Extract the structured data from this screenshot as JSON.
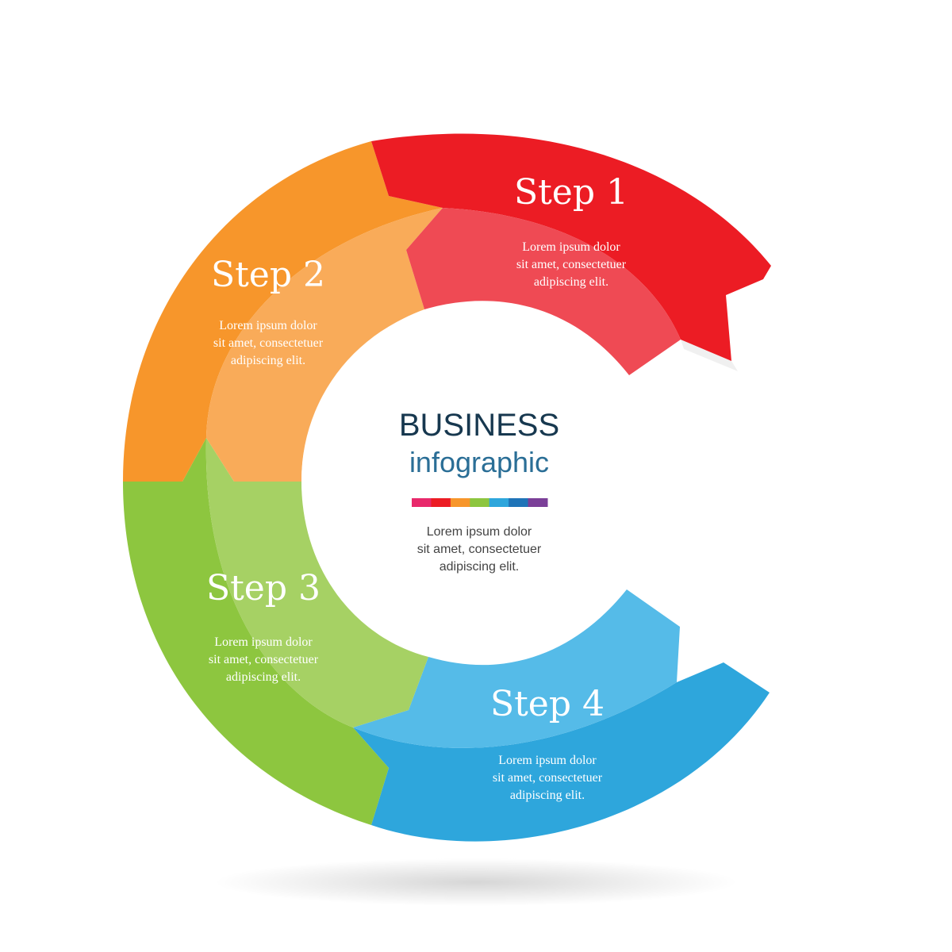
{
  "colors": {
    "step1_outer": "#ec1c24",
    "step1_inner": "#ef4a54",
    "step2_outer": "#f7962b",
    "step2_inner": "#f9ab59",
    "step3_outer": "#8dc63f",
    "step3_inner": "#a6d164",
    "step4_outer": "#2ea6dc",
    "step4_inner": "#55bbe8",
    "center_title": "#17384f",
    "center_subtitle": "#2a6e96",
    "color_bar": [
      "#e8296b",
      "#ec1c24",
      "#f7962b",
      "#8dc63f",
      "#2ea6dc",
      "#1f74b8",
      "#7b3f98"
    ]
  },
  "steps": [
    {
      "title": "Step 1",
      "desc": [
        "Lorem ipsum dolor",
        "sit amet, consectetuer",
        "adipiscing elit."
      ]
    },
    {
      "title": "Step 2",
      "desc": [
        "Lorem ipsum dolor",
        "sit amet, consectetuer",
        "adipiscing elit."
      ]
    },
    {
      "title": "Step 3",
      "desc": [
        "Lorem ipsum dolor",
        "sit amet, consectetuer",
        "adipiscing elit."
      ]
    },
    {
      "title": "Step 4",
      "desc": [
        "Lorem ipsum dolor",
        "sit amet, consectetuer",
        "adipiscing elit."
      ]
    }
  ],
  "center": {
    "title": "BUSINESS",
    "subtitle": "infographic",
    "desc": [
      "Lorem ipsum dolor",
      "sit amet, consectetuer",
      "adipiscing elit."
    ]
  }
}
